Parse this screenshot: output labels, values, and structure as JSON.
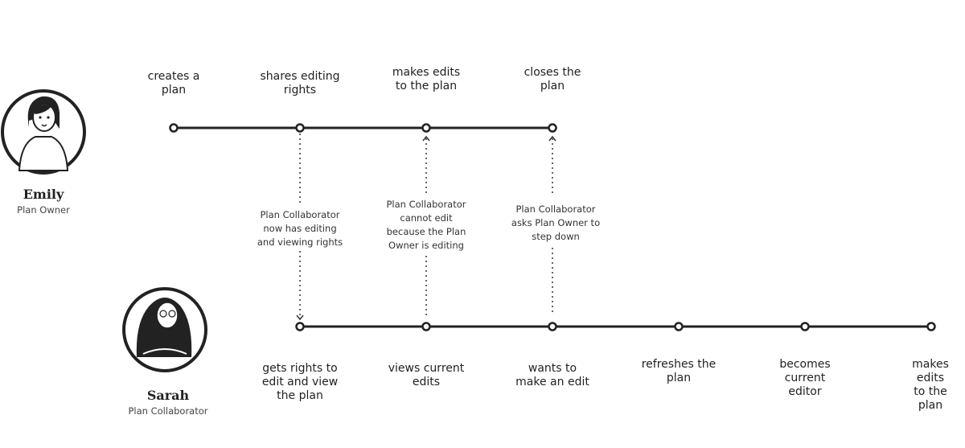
{
  "emily": {
    "name": "Emily",
    "role": "Plan Owner",
    "steps": [
      "creates a\nplan",
      "shares editing\nrights",
      "makes edits\nto the plan",
      "closes the\nplan"
    ]
  },
  "sarah": {
    "name": "Sarah",
    "role": "Plan Collaborator",
    "steps": [
      "gets rights to\nedit and view\nthe plan",
      "views current\nedits",
      "wants to\nmake an edit",
      "refreshes the\nplan",
      "becomes\ncurrent\neditor",
      "makes edits\nto the plan"
    ]
  },
  "notes": [
    "Plan Collaborator\nnow has editing\nand viewing rights",
    "Plan Collaborator\ncannot edit\nbecause the Plan\nOwner is editing",
    "Plan Collaborator\nasks Plan Owner to\nstep down"
  ],
  "colors": {
    "ink": "#222222"
  }
}
